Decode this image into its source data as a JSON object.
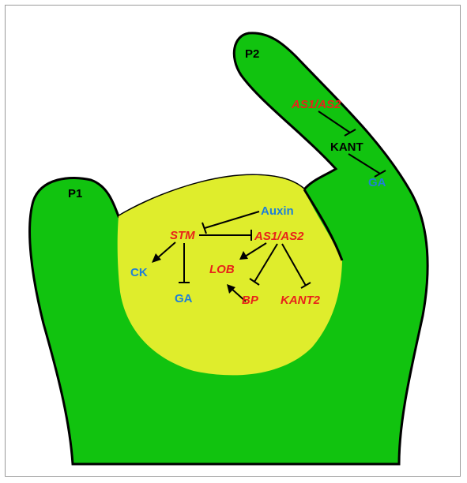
{
  "colors": {
    "tissue": "#11c30f",
    "meristem": "#dfed2c",
    "gene": "#e8231a",
    "hormone": "#1f7fd8",
    "black": "#000000"
  },
  "labels": {
    "p1": "P1",
    "p2": "P2",
    "p2_as1_as2": "AS1/AS2",
    "p2_kant": "KANT",
    "p2_ga": "GA",
    "auxin": "Auxin",
    "stm": "STM",
    "as1_as2": "AS1/AS2",
    "ck": "CK",
    "lob": "LOB",
    "ga": "GA",
    "bp": "BP",
    "kant2": "KANT2"
  }
}
